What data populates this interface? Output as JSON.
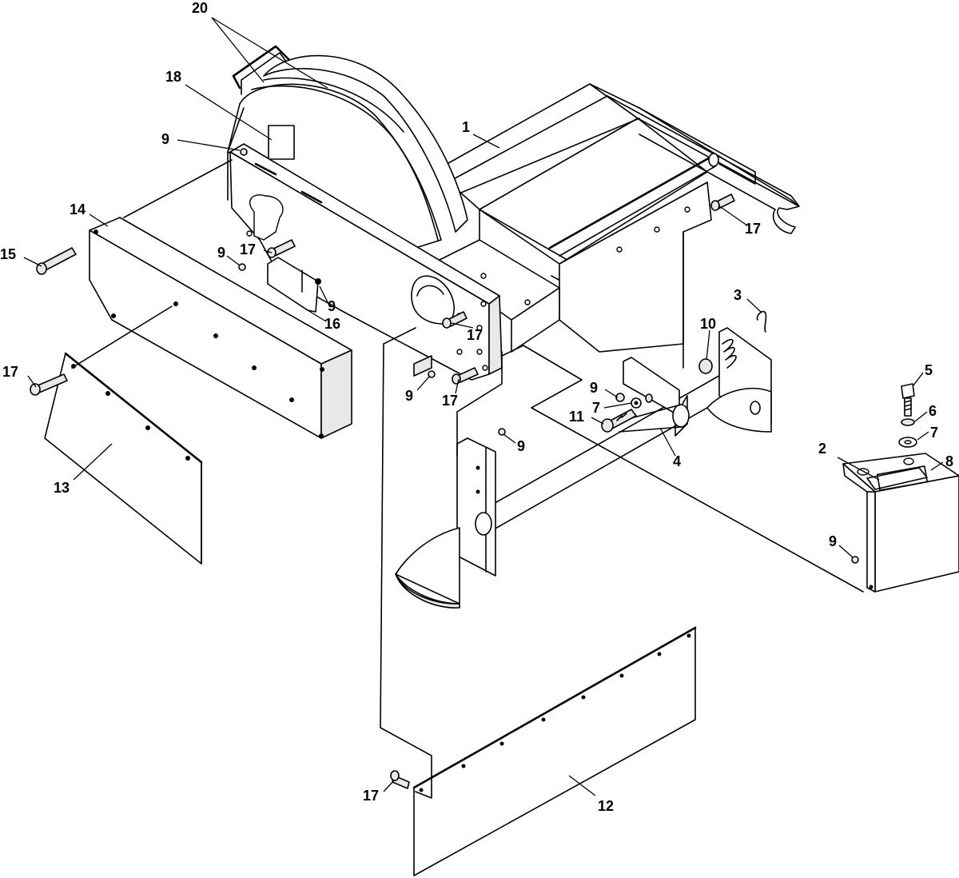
{
  "diagram": {
    "callouts": [
      {
        "id": "c20",
        "text": "20"
      },
      {
        "id": "c18",
        "text": "18"
      },
      {
        "id": "c1",
        "text": "1"
      },
      {
        "id": "c9a",
        "text": "9"
      },
      {
        "id": "c14",
        "text": "14"
      },
      {
        "id": "c15",
        "text": "15"
      },
      {
        "id": "c9b",
        "text": "9"
      },
      {
        "id": "c17a",
        "text": "17"
      },
      {
        "id": "c9c",
        "text": "9"
      },
      {
        "id": "c16",
        "text": "16"
      },
      {
        "id": "c17b",
        "text": "17"
      },
      {
        "id": "c17c",
        "text": "17"
      },
      {
        "id": "c9d",
        "text": "9"
      },
      {
        "id": "c17d",
        "text": "17"
      },
      {
        "id": "c17e",
        "text": "17"
      },
      {
        "id": "c3",
        "text": "3"
      },
      {
        "id": "c10",
        "text": "10"
      },
      {
        "id": "c9e",
        "text": "9"
      },
      {
        "id": "c7a",
        "text": "7"
      },
      {
        "id": "c11",
        "text": "11"
      },
      {
        "id": "c4",
        "text": "4"
      },
      {
        "id": "c9f",
        "text": "9"
      },
      {
        "id": "c5",
        "text": "5"
      },
      {
        "id": "c6",
        "text": "6"
      },
      {
        "id": "c7b",
        "text": "7"
      },
      {
        "id": "c2",
        "text": "2"
      },
      {
        "id": "c8",
        "text": "8"
      },
      {
        "id": "c9g",
        "text": "9"
      },
      {
        "id": "c13",
        "text": "13"
      },
      {
        "id": "c12",
        "text": "12"
      },
      {
        "id": "c17f",
        "text": "17"
      }
    ]
  }
}
